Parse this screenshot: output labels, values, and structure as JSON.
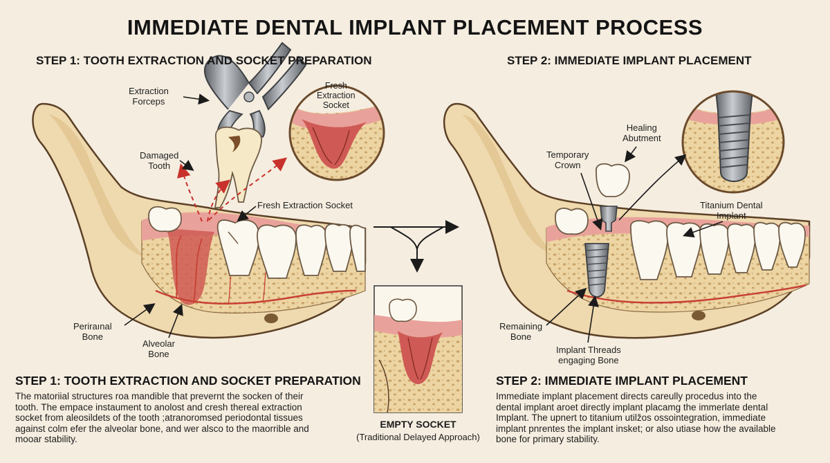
{
  "title": "IMMEDIATE DENTAL IMPLANT PLACEMENT PROCESS",
  "step1": {
    "header": "STEP 1: TOOTH EXTRACTION AND SOCKET PREPARATION",
    "labels": {
      "extraction_forceps": [
        "Extraction",
        "Forceps"
      ],
      "damaged_tooth": [
        "Damaged",
        "Tooth"
      ],
      "fresh_socket_inset": [
        "Fresh",
        "Extraction",
        "Socket"
      ],
      "fresh_socket": "Fresh Extraction Socket",
      "periradicular_bone": [
        "Periraınal",
        "Bone"
      ],
      "alveolar_bone": [
        "Alveolar",
        "Bone"
      ]
    },
    "subheading": "STEP 1: TOOTH EXTRACTION AND SOCKET PREPARATION",
    "description": [
      "The matoriial structures roa mandible that prevernt the socken of their",
      "tooth. The empace instaument to anolost and cresh thereal extraction",
      "socket from aleosildets of the tooth ;atranoromsed periodontal tissues",
      "against colm efer the alveolar bone, and wer alsco to the maorrible and",
      "mooar stability."
    ]
  },
  "middle": {
    "caption": "EMPTY SOCKET",
    "subcaption": "(Traditional Delayed Approach)"
  },
  "step2": {
    "header": "STEP 2: IMMEDIATE IMPLANT PLACEMENT",
    "labels": {
      "healing_abutment": [
        "Healing",
        "Abutment"
      ],
      "temporary_crown": [
        "Temporary",
        "Crown"
      ],
      "titanium_implant": [
        "Titanium Dental",
        "Implant"
      ],
      "remaining_bone": [
        "Remaining",
        "Bone"
      ],
      "implant_threads": [
        "Implant Threads",
        "engaging Bone"
      ]
    },
    "subheading": "STEP 2: IMMEDIATE IMPLANT PLACEMENT",
    "description": [
      "Immediate implant placement directs careully procedus into the",
      "dental implant aroet directly implant placamg the immerlate dental",
      "Implant. The upnert to titanium utilžos ossointegration, immediate",
      "implant pnrentes the implant insket; or also utiase how the available",
      "bone for primary stability."
    ]
  },
  "colors": {
    "background": "#f5ede0",
    "bone": "#efd9ae",
    "bone_outline": "#5b4026",
    "gum": "#e9a29b",
    "socket_red": "#cf5a55",
    "tooth": "#fbf8f0",
    "titanium": "#8e9296",
    "nerve": "#c84035"
  }
}
